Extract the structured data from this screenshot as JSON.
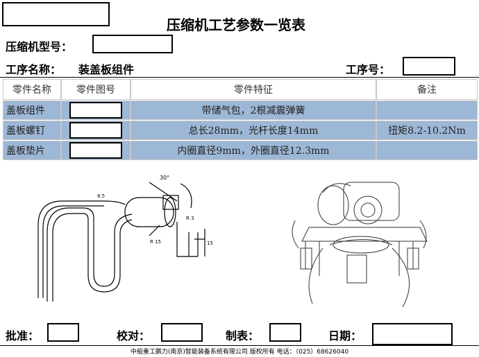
{
  "header": {
    "title": "压缩机工艺参数一览表",
    "compressor_model_label": "压缩机型号：",
    "process_name_label": "工序名称：",
    "process_name_value": "装盖板组件",
    "process_no_label": "工序号："
  },
  "table": {
    "columns": [
      "零件名称",
      "零件图号",
      "零件特征",
      "备注"
    ],
    "rows": [
      {
        "name": "盖板组件",
        "feature": "带储气包，2根减震弹簧",
        "note": ""
      },
      {
        "name": "盖板螺钉",
        "feature": "总长28mm，光杆长度14mm",
        "note": "扭矩8.2-10.2Nm"
      },
      {
        "name": "盖板垫片",
        "feature": "内圈直径9mm，外圈直径12.3mm",
        "note": ""
      }
    ]
  },
  "drawing": {
    "dim_angle": "30°",
    "dim_a": "R 3",
    "dim_b": "R 15",
    "dim_c": "15",
    "dim_d": "8.5"
  },
  "signoff": {
    "approve_label": "批准：",
    "check_label": "校对：",
    "make_label": "制表：",
    "date_label": "日期："
  },
  "footer": {
    "text": "中船重工鹏力(南京)智能装备系统有限公司 版权所有 电话：（025）68626040"
  }
}
